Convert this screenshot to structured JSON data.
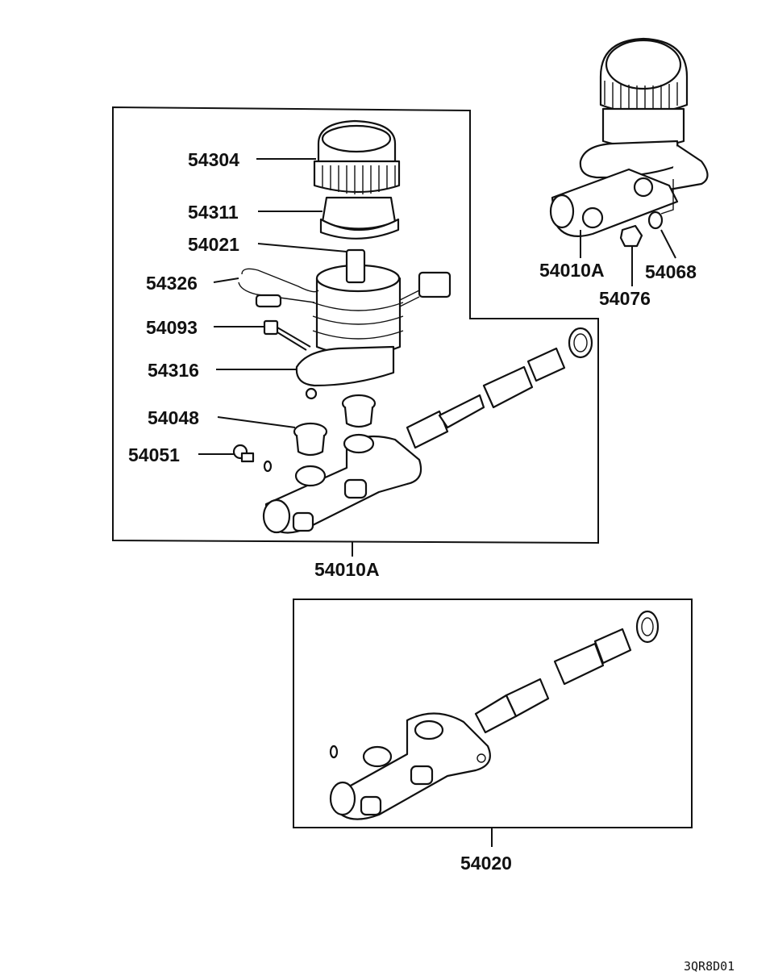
{
  "labels": {
    "p54304": "54304",
    "p54311": "54311",
    "p54021": "54021",
    "p54326": "54326",
    "p54093": "54093",
    "p54316": "54316",
    "p54048": "54048",
    "p54051": "54051",
    "p54010A_main": "54010A",
    "p54010A_side": "54010A",
    "p54076": "54076",
    "p54068": "54068",
    "p54020": "54020"
  },
  "diagram_code": "3QR8D01"
}
